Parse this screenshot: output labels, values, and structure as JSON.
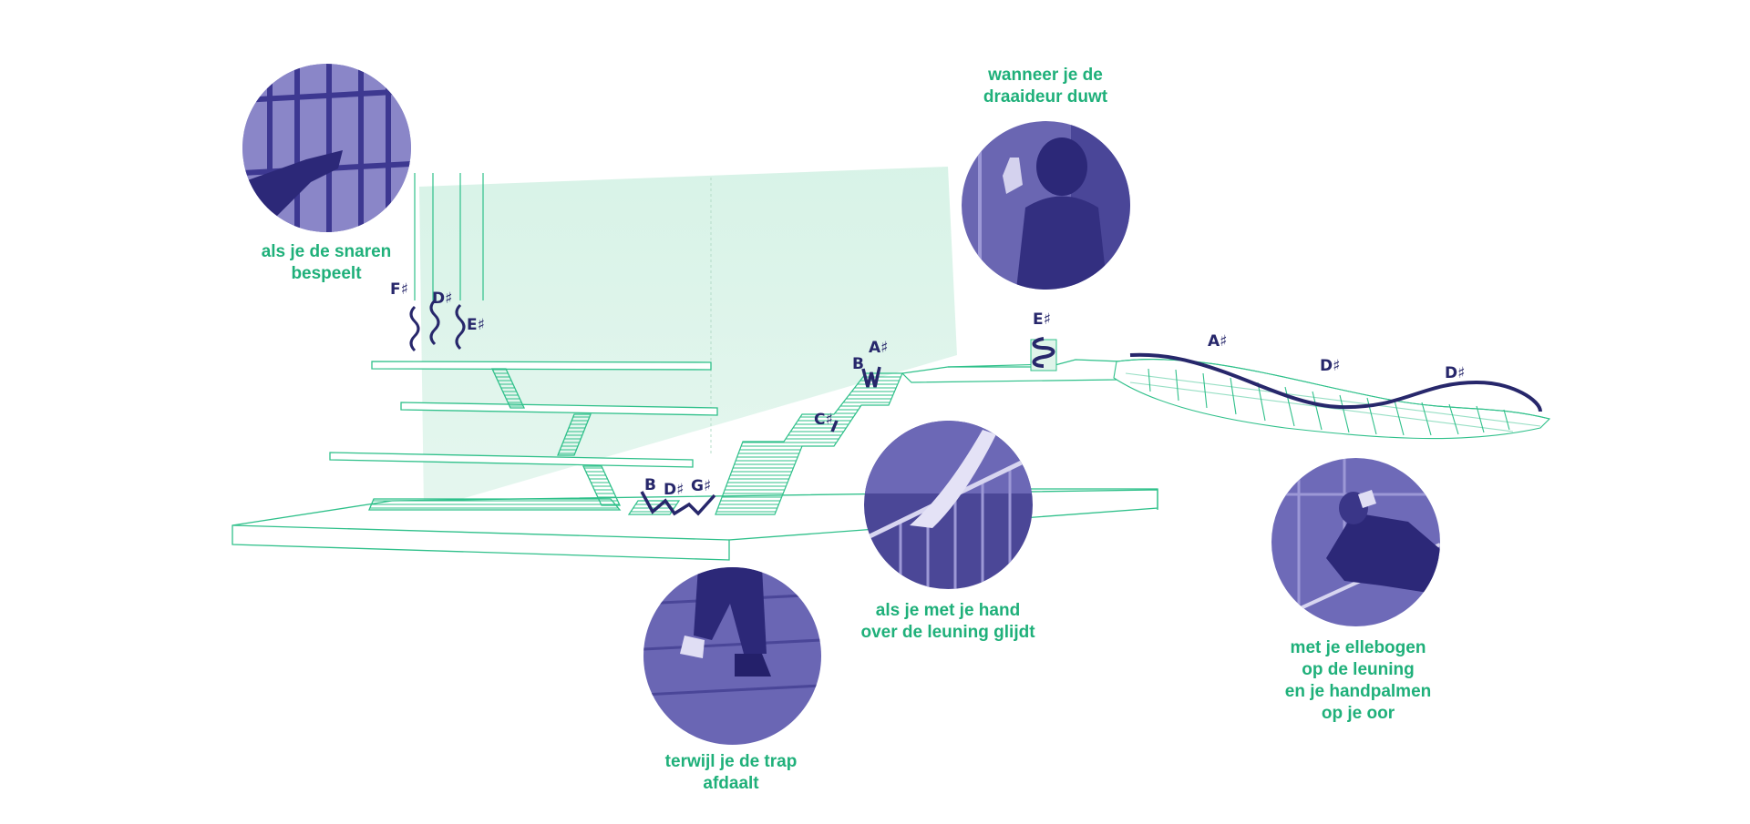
{
  "captions": {
    "strings": "als je de snaren\nbespeelt",
    "door": "wanneer je de\ndraaideur duwt",
    "handrail_slide": "als je met je hand\nover de leuning glijdt",
    "descend": "terwijl je de trap\nafdaalt",
    "elbows": "met je ellebogen\nop de leuning\nen je handpalmen\nop je oor"
  },
  "notes": {
    "strings": [
      "F♯",
      "D♯",
      "E♯"
    ],
    "steps_bottom": [
      "B",
      "D♯",
      "G♯"
    ],
    "steps_mid": "C♯",
    "steps_top": [
      "B",
      "A♯"
    ],
    "door": "E♯",
    "ramp": [
      "A♯",
      "D♯",
      "D♯"
    ]
  },
  "photos": [
    {
      "name": "strings-photo",
      "depicts": "hand plucking strings"
    },
    {
      "name": "door-photo",
      "depicts": "person pushing revolving door"
    },
    {
      "name": "handrail-photo",
      "depicts": "hand sliding on handrail"
    },
    {
      "name": "descend-photo",
      "depicts": "feet descending stairs"
    },
    {
      "name": "elbows-photo",
      "depicts": "person leaning on railing"
    }
  ],
  "colors": {
    "line_green": "#2fc08a",
    "wall_green": "#cdeee0",
    "note_navy": "#27276b",
    "photo_purple": "#5a55a8",
    "caption_green": "#1fb07a"
  }
}
